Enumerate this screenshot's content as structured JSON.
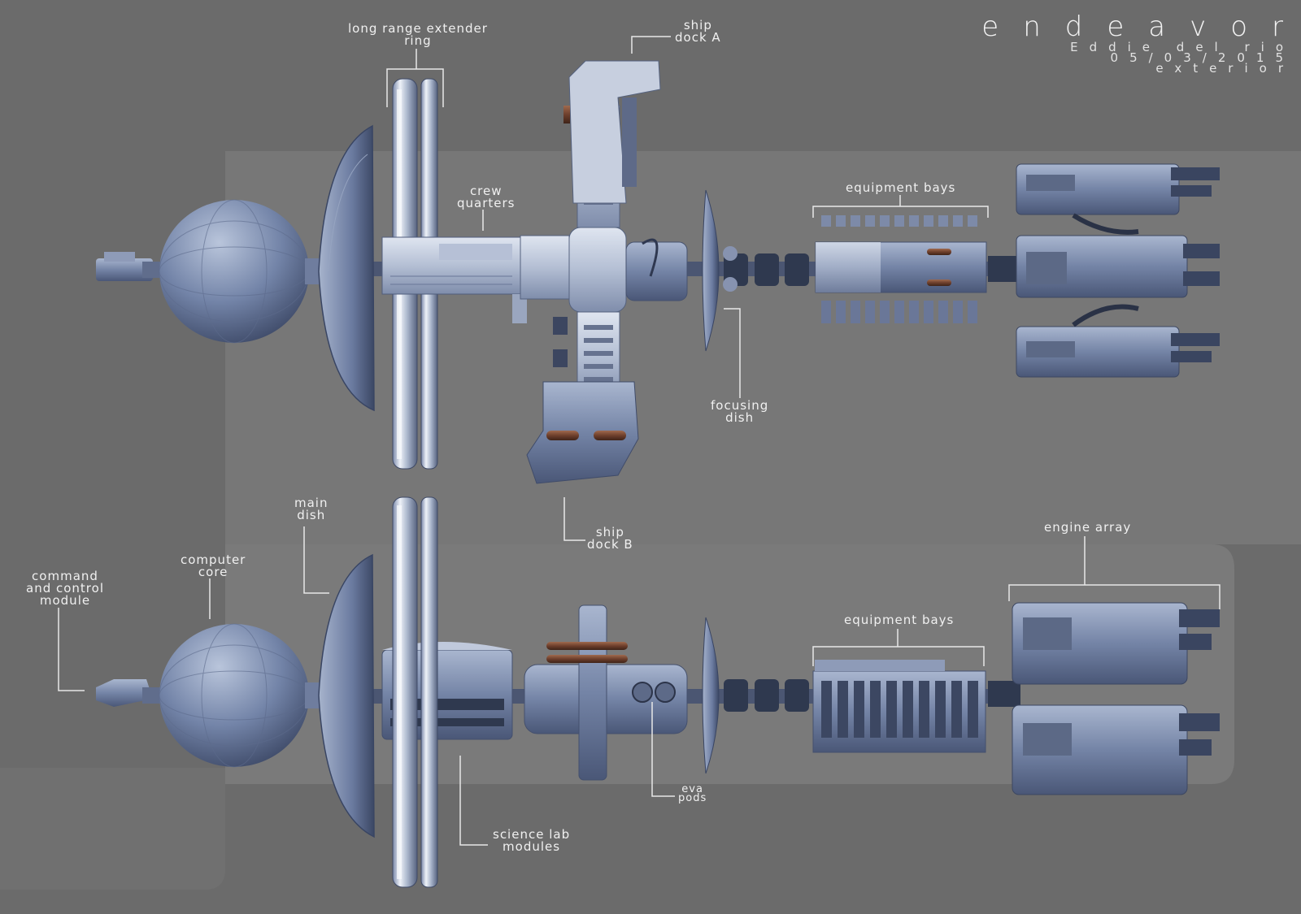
{
  "title": {
    "name": "endeavor",
    "author": "Eddie del rio",
    "date": "05/03/2015",
    "view": "exterior"
  },
  "labels": {
    "long_range_extender_ring": [
      "long range extender",
      "ring"
    ],
    "ship_dock_a": [
      "ship",
      "dock A"
    ],
    "crew_quarters": [
      "crew",
      "quarters"
    ],
    "equipment_bays_top": [
      "equipment bays"
    ],
    "focusing_dish": [
      "focusing",
      "dish"
    ],
    "ship_dock_b": [
      "ship",
      "dock B"
    ],
    "main_dish": [
      "main",
      "dish"
    ],
    "computer_core": [
      "computer",
      "core"
    ],
    "command_and_control_module": [
      "command",
      "and control",
      "module"
    ],
    "equipment_bays_bottom": [
      "equipment bays"
    ],
    "engine_array": [
      "engine array"
    ],
    "eva_pods": [
      "eva",
      "pods"
    ],
    "science_lab_modules": [
      "science lab",
      "modules"
    ]
  },
  "colors": {
    "background": "#6b6b6b",
    "panel": "#737373",
    "hull_light": "#c8d0e0",
    "hull_mid": "#7f8fb0",
    "hull_dark": "#3e4a66",
    "accent_copper": "#7a4a34",
    "callout_line": "#e8e8e8"
  }
}
